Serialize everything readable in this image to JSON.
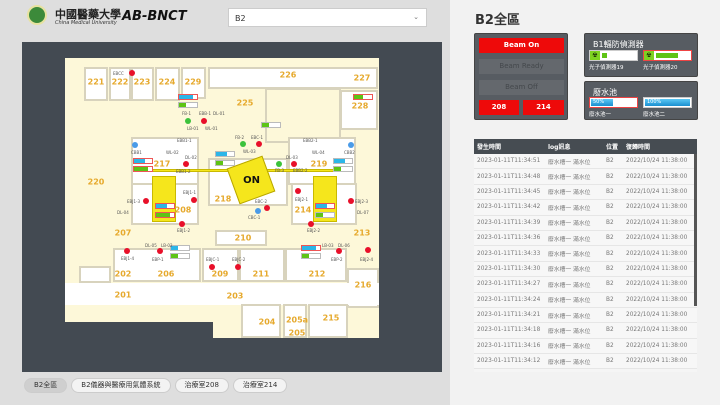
{
  "header": {
    "university": "中國醫藥大學",
    "university_en": "China Medical University",
    "app_title": "AB-BNCT",
    "area_select": "B2"
  },
  "map": {
    "rooms": [
      "221",
      "222",
      "223",
      "224",
      "229",
      "226",
      "227",
      "225",
      "228",
      "217",
      "219",
      "218",
      "208",
      "214",
      "207",
      "213",
      "210",
      "206",
      "209",
      "211",
      "212",
      "202",
      "216",
      "201",
      "203",
      "204",
      "205a",
      "205",
      "215",
      "220"
    ],
    "beam_state": "ON",
    "sensors": [
      "EBCC",
      "FB-1",
      "EBB-1",
      "DL-01",
      "LB-01",
      "WL-01",
      "EBB1-1",
      "CBB1",
      "WL-02",
      "DL-02",
      "EBB1-2",
      "FB-2",
      "EBC-1",
      "WL-03",
      "EBB2-1",
      "WL-04",
      "CBB2",
      "DL-03",
      "FB-3",
      "EBB2-2",
      "EBJ1-1",
      "EBJ1-3",
      "DL-04",
      "EBJ1-2",
      "EBC-2",
      "CBC-1",
      "EBJ2-1",
      "EBJ2-3",
      "DL-07",
      "EBJ2-2",
      "DL-05",
      "LB-02",
      "EBJ1-4",
      "EBP-1",
      "EBJC-1",
      "EBJC-2",
      "LB-03",
      "DL-06",
      "EBP-2",
      "EBJ2-4"
    ]
  },
  "tabs": [
    {
      "label": "B2全區",
      "active": true
    },
    {
      "label": "B2儀器與醫療用氣體系統"
    },
    {
      "label": "治療室208"
    },
    {
      "label": "治療室214"
    }
  ],
  "page_title": "B2全區",
  "beam": {
    "on": "Beam On",
    "ready": "Beam Ready",
    "off": "Beam Off",
    "rooms": [
      "208",
      "214"
    ]
  },
  "detectors": {
    "title": "B1輻防偵測器",
    "items": [
      {
        "label": "光子偵測器19",
        "level": 0.15
      },
      {
        "label": "光子偵測器20",
        "level": 0.6,
        "alarm": true
      }
    ]
  },
  "pools": {
    "title": "廢水池",
    "items": [
      {
        "label": "廢水池一",
        "value": "50%",
        "level": 0.5,
        "alarm": true
      },
      {
        "label": "廢水池二",
        "value": "100%",
        "level": 1.0
      }
    ]
  },
  "log": {
    "headers": [
      "發生時間",
      "log訊息",
      "位置",
      "復歸時間"
    ],
    "rows": [
      [
        "2023-01-11T11:34:51",
        "廢水槽一 滿水位",
        "B2",
        "2022/10/24 11:38:00"
      ],
      [
        "2023-01-11T11:34:48",
        "廢水槽一 滿水位",
        "B2",
        "2022/10/24 11:38:00"
      ],
      [
        "2023-01-11T11:34:45",
        "廢水槽一 滿水位",
        "B2",
        "2022/10/24 11:38:00"
      ],
      [
        "2023-01-11T11:34:42",
        "廢水槽一 滿水位",
        "B2",
        "2022/10/24 11:38:00"
      ],
      [
        "2023-01-11T11:34:39",
        "廢水槽一 滿水位",
        "B2",
        "2022/10/24 11:38:00"
      ],
      [
        "2023-01-11T11:34:36",
        "廢水槽一 滿水位",
        "B2",
        "2022/10/24 11:38:00"
      ],
      [
        "2023-01-11T11:34:33",
        "廢水槽一 滿水位",
        "B2",
        "2022/10/24 11:38:00"
      ],
      [
        "2023-01-11T11:34:30",
        "廢水槽一 滿水位",
        "B2",
        "2022/10/24 11:38:00"
      ],
      [
        "2023-01-11T11:34:27",
        "廢水槽一 滿水位",
        "B2",
        "2022/10/24 11:38:00"
      ],
      [
        "2023-01-11T11:34:24",
        "廢水槽一 滿水位",
        "B2",
        "2022/10/24 11:38:00"
      ],
      [
        "2023-01-11T11:34:21",
        "廢水槽一 滿水位",
        "B2",
        "2022/10/24 11:38:00"
      ],
      [
        "2023-01-11T11:34:18",
        "廢水槽一 滿水位",
        "B2",
        "2022/10/24 11:38:00"
      ],
      [
        "2023-01-11T11:34:16",
        "廢水槽一 滿水位",
        "B2",
        "2022/10/24 11:38:00"
      ],
      [
        "2023-01-11T11:34:12",
        "廢水槽一 滿水位",
        "B2",
        "2022/10/24 11:38:00"
      ]
    ]
  }
}
